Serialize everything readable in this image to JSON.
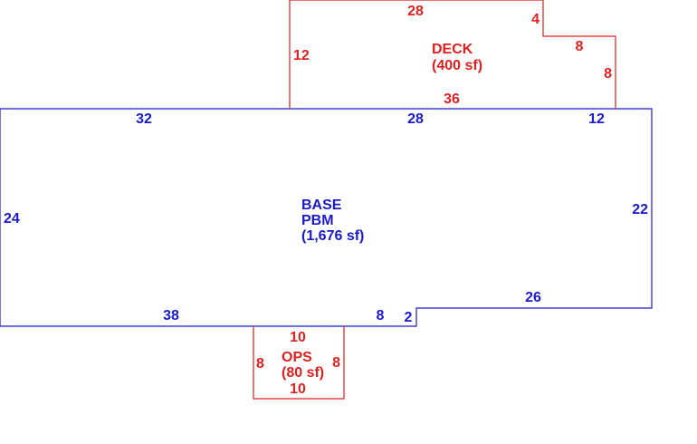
{
  "colors": {
    "base": "#1a1acc",
    "deck": "#e02020",
    "ops": "#e02020",
    "background": "#ffffff"
  },
  "base": {
    "name_line1": "BASE",
    "name_line2": "PBM",
    "area": "(1,676 sf)",
    "dims": {
      "top_left": "32",
      "top_mid": "28",
      "top_right": "12",
      "left": "24",
      "right": "22",
      "bottom_right": "26",
      "step": "2",
      "bottom_mid": "8",
      "bottom_left": "38"
    }
  },
  "deck": {
    "name": "DECK",
    "area": "(400 sf)",
    "dims": {
      "top": "28",
      "left": "12",
      "notch_vertical": "4",
      "notch_horizontal": "8",
      "right": "8",
      "bottom": "36"
    }
  },
  "ops": {
    "name": "OPS",
    "area": "(80 sf)",
    "dims": {
      "top": "10",
      "left": "8",
      "right": "8",
      "bottom": "10"
    }
  }
}
